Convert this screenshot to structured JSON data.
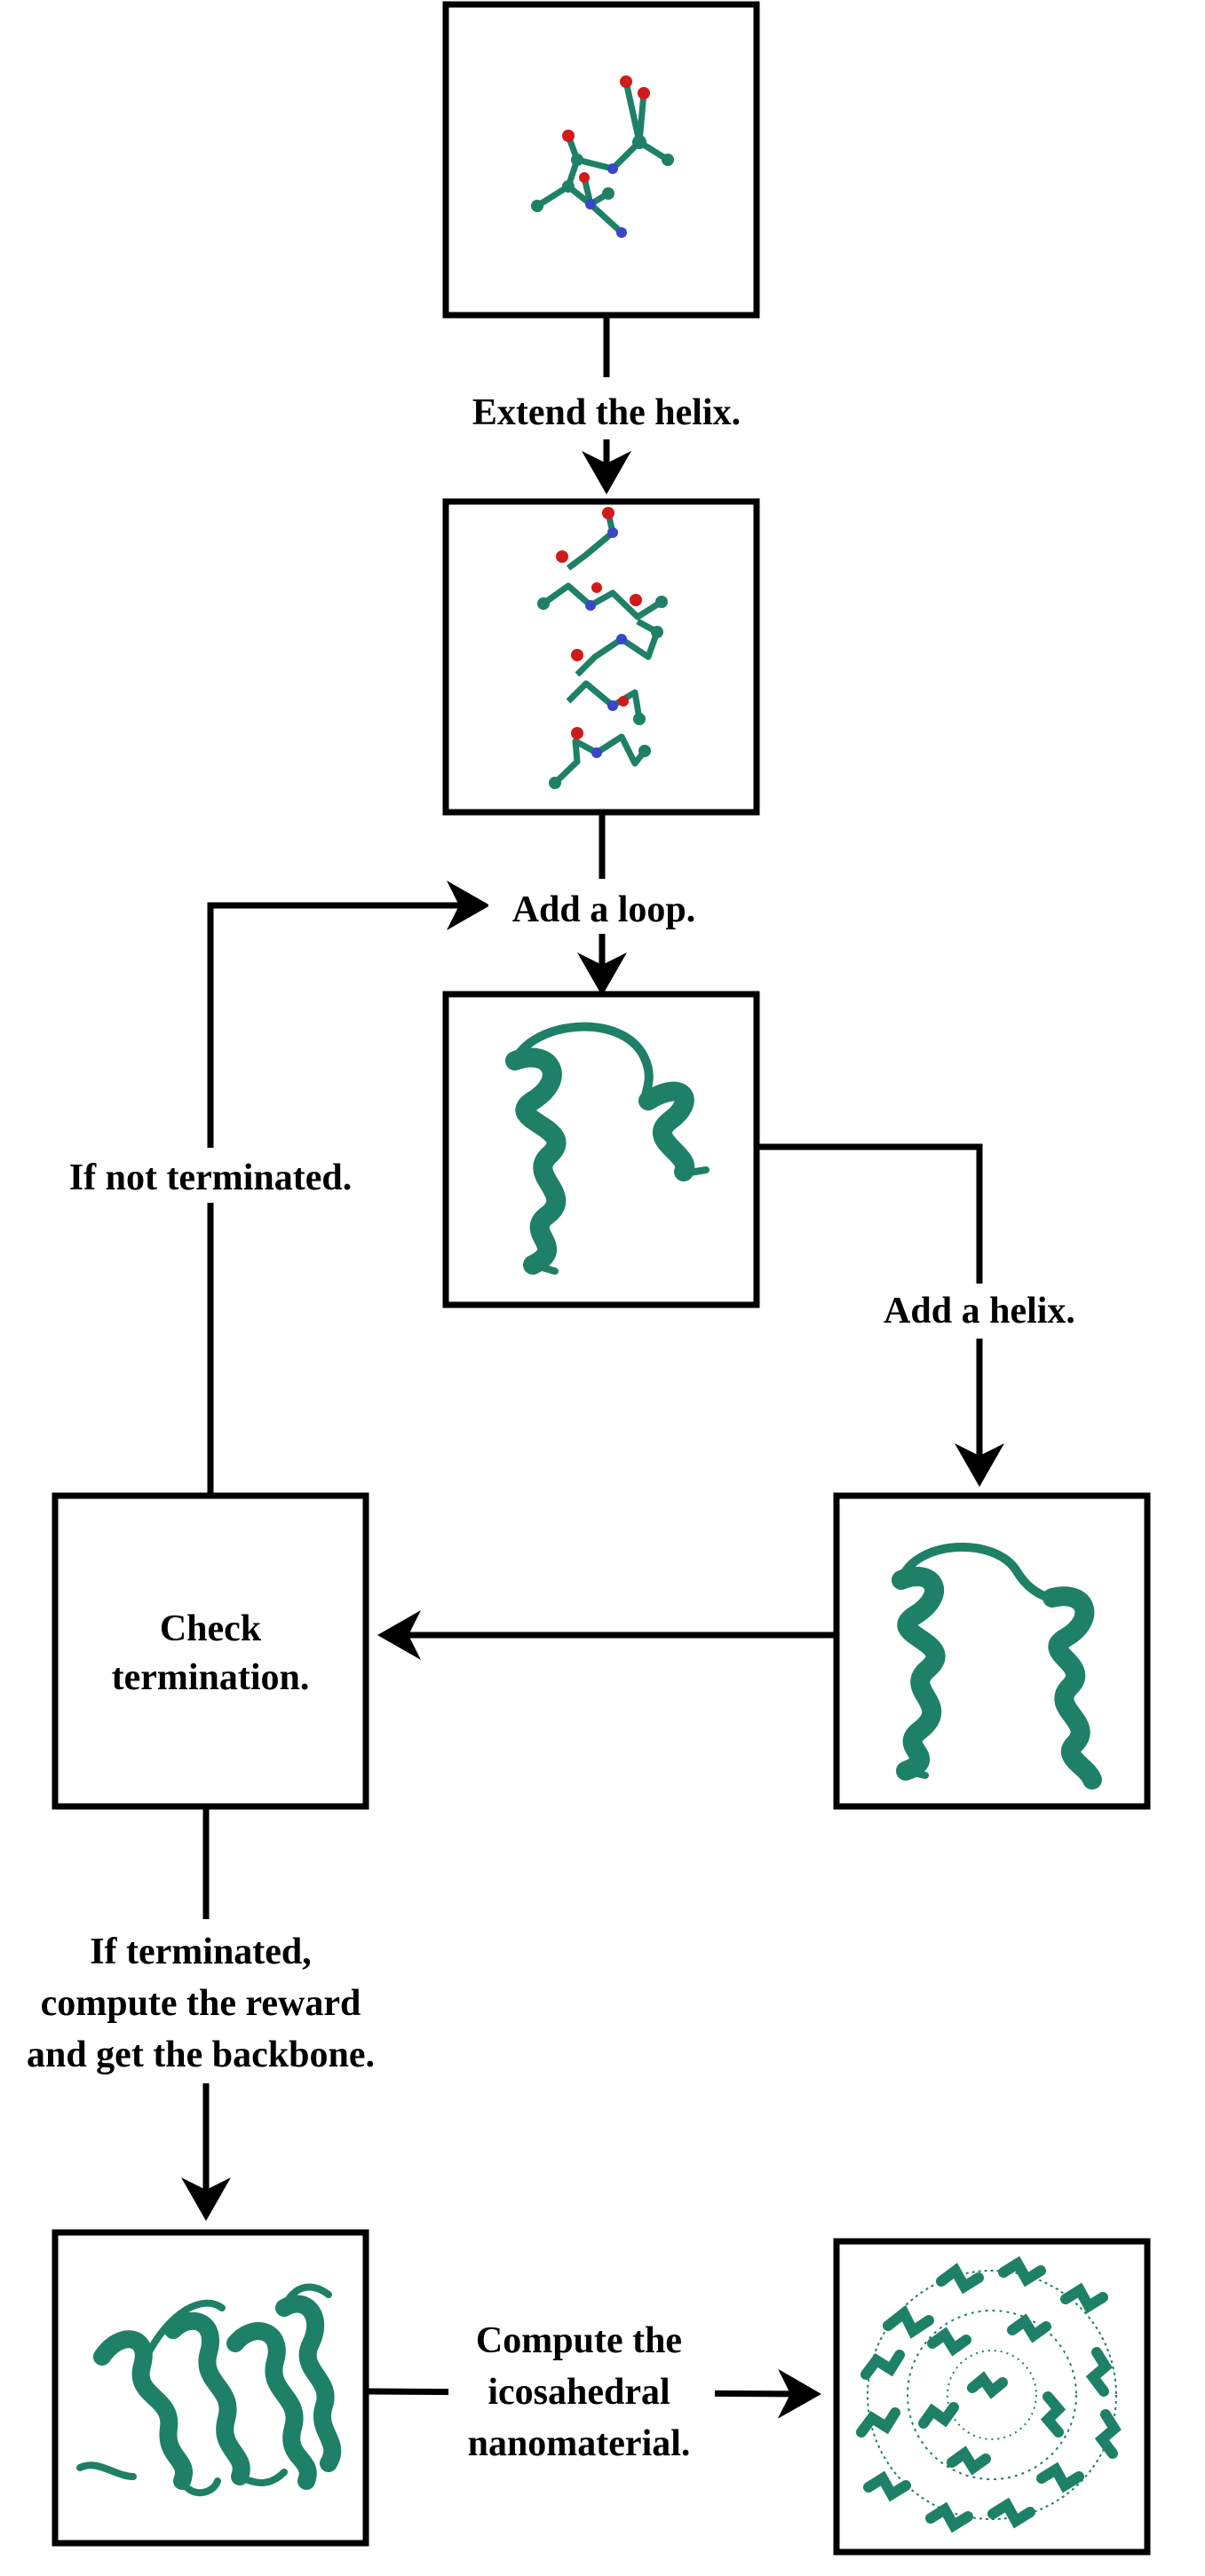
{
  "nodes": {
    "dipeptide": {
      "label": ""
    },
    "extended_helix": {
      "label": ""
    },
    "helix_loop": {
      "label": ""
    },
    "helix_loop_helix": {
      "label": ""
    },
    "check_termination": {
      "line1": "Check",
      "line2": "termination."
    },
    "backbone": {
      "label": ""
    },
    "nanomaterial": {
      "label": ""
    }
  },
  "edges": {
    "extend": {
      "label": "Extend the helix."
    },
    "loop": {
      "label": "Add a loop."
    },
    "helix": {
      "label": "Add a helix."
    },
    "not_terminated": {
      "label": "If not terminated."
    },
    "terminated": {
      "line1": "If terminated,",
      "line2": "compute the reward",
      "line3": "and get the backbone."
    },
    "compute": {
      "line1": "Compute the",
      "line2": "icosahedral",
      "line3": "nanomaterial."
    }
  },
  "colors": {
    "protein": "#1e8066",
    "oxygen": "#d11a1a",
    "nitrogen": "#3a46c8",
    "line": "#000000"
  }
}
